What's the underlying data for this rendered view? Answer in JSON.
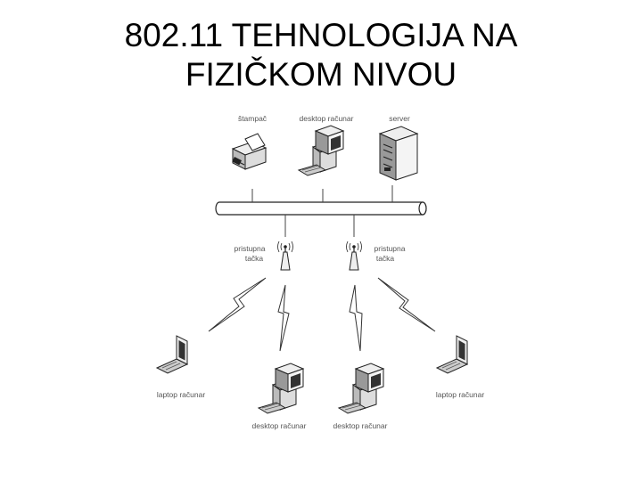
{
  "slide": {
    "title_line1": "802.11 TEHNOLOGIJA NA",
    "title_line2": "FIZIČKOM NIVOU"
  },
  "diagram": {
    "nodes": {
      "printer": "štampač",
      "desktop_top": "desktop računar",
      "server": "server",
      "ap_left_line1": "pristupna",
      "ap_left_line2": "tačka",
      "ap_right_line1": "pristupna",
      "ap_right_line2": "tačka",
      "laptop_left": "laptop računar",
      "desktop_bottom_left": "desktop računar",
      "desktop_bottom_right": "desktop računar",
      "laptop_right": "laptop računar"
    }
  }
}
